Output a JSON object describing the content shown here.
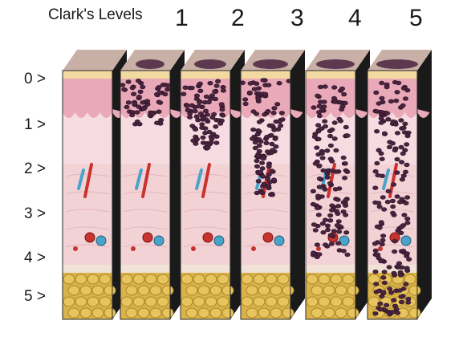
{
  "title": "Clark's Levels",
  "stages": [
    "1",
    "2",
    "3",
    "4",
    "5"
  ],
  "depth_labels": [
    "0 >",
    "1 >",
    "2 >",
    "3 >",
    "4 >",
    "5 >"
  ],
  "colors": {
    "stratum_corneum": "#f2d9a0",
    "epidermis": "#e9a9b8",
    "papillary_dermis": "#f6dce0",
    "reticular_dermis": "#f3d2d6",
    "subcutaneous_fat": "#d9b24a",
    "melanoma_cells": "#4a2540",
    "block_side": "#1a1a1a",
    "vessel_red": "#c8322f",
    "vessel_blue": "#4aa3c9"
  },
  "specimens": [
    {
      "stage": "normal",
      "invasion_level": 0
    },
    {
      "stage": "1",
      "invasion_level": 1
    },
    {
      "stage": "2",
      "invasion_level": 2
    },
    {
      "stage": "3",
      "invasion_level": 3
    },
    {
      "stage": "4",
      "invasion_level": 4
    },
    {
      "stage": "5",
      "invasion_level": 5
    }
  ]
}
